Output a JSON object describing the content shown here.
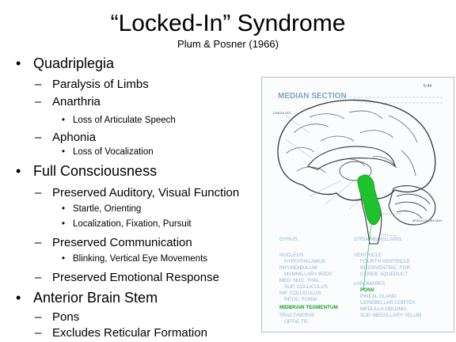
{
  "title": "“Locked-In” Syndrome",
  "subtitle": "Plum & Posner (1966)",
  "outline": [
    {
      "level": 1,
      "text": "Quadriplegia"
    },
    {
      "level": 2,
      "text": "Paralysis of Limbs"
    },
    {
      "level": 2,
      "text": "Anarthria"
    },
    {
      "level": 3,
      "text": "Loss of Articulate Speech"
    },
    {
      "level": 2,
      "text": "Aphonia"
    },
    {
      "level": 3,
      "text": "Loss of Vocalization"
    },
    {
      "level": 1,
      "text": "Full Consciousness"
    },
    {
      "level": 2,
      "text": "Preserved Auditory, Visual Function"
    },
    {
      "level": 3,
      "text": "Startle, Orienting"
    },
    {
      "level": 3,
      "text": "Localization, Fixation, Pursuit"
    },
    {
      "level": 2,
      "text": "Preserved Communication"
    },
    {
      "level": 3,
      "text": "Blinking, Vertical Eye Movements"
    },
    {
      "level": 2,
      "text": "Preserved Emotional Response"
    },
    {
      "level": 1,
      "text": "Anterior Brain Stem"
    },
    {
      "level": 2,
      "text": "Pons"
    },
    {
      "level": 2,
      "text": "Excludes Reticular Formation"
    }
  ],
  "bullets": {
    "level1": "•",
    "level2": "–",
    "level3": "•"
  },
  "figure": {
    "heading": "MEDIAN SECTION",
    "plate": "5-44",
    "left_labels": [
      "GYRUS",
      "CINGULATE",
      "NUCLEUS",
      "HYPOTHALAMUS",
      "INFUNDIBULUM",
      "MAMMILLARY BODY",
      "MED. NUC. THAL.",
      "SUP. COLLICULUS",
      "INF. COLLICULUS",
      "RETIC. FORM.",
      "TRACT/NERVE",
      "OPTIC TR."
    ],
    "highlight_label": "MIDBRAIN TEGMENTUM",
    "right_labels": [
      "STRIA MEDULLARIS",
      "VENTRICLE",
      "FOURTH VENTRICLE",
      "INTERVENTRIC. FOR.",
      "CEREB. AQUEDUCT",
      "LANDMARKS",
      "PINEAL GLAND",
      "CEREBELLAR CORTEX",
      "MEDULLA OBLONG.",
      "SUP. MEDULLARY VELUM"
    ],
    "pons_label": "PONS",
    "highlight_color": "#1fc12c",
    "label_color": "#8fb2cf"
  }
}
